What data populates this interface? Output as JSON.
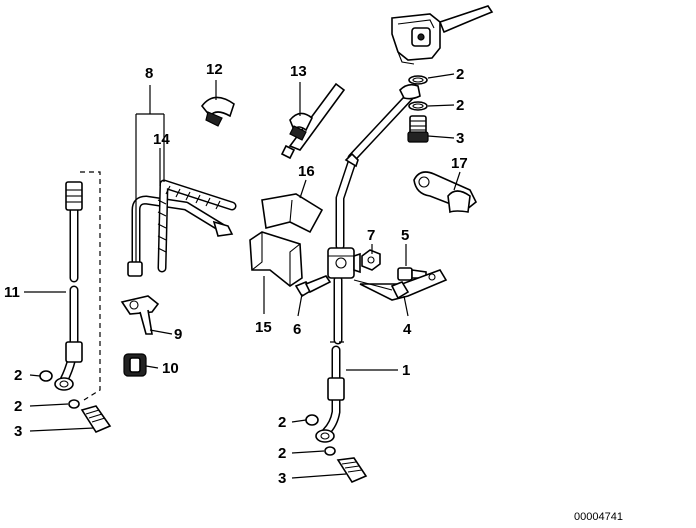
{
  "diagram": {
    "reference_number": "00004741",
    "callouts": [
      {
        "id": "c1",
        "text": "1"
      },
      {
        "id": "c2a",
        "text": "2"
      },
      {
        "id": "c2b",
        "text": "2"
      },
      {
        "id": "c3a",
        "text": "3"
      },
      {
        "id": "c2c",
        "text": "2"
      },
      {
        "id": "c2d",
        "text": "2"
      },
      {
        "id": "c3b",
        "text": "3"
      },
      {
        "id": "c2e",
        "text": "2"
      },
      {
        "id": "c2f",
        "text": "2"
      },
      {
        "id": "c3c",
        "text": "3"
      },
      {
        "id": "c4",
        "text": "4"
      },
      {
        "id": "c5",
        "text": "5"
      },
      {
        "id": "c6",
        "text": "6"
      },
      {
        "id": "c7",
        "text": "7"
      },
      {
        "id": "c8",
        "text": "8"
      },
      {
        "id": "c9",
        "text": "9"
      },
      {
        "id": "c10",
        "text": "10"
      },
      {
        "id": "c11",
        "text": "11"
      },
      {
        "id": "c12",
        "text": "12"
      },
      {
        "id": "c13",
        "text": "13"
      },
      {
        "id": "c14",
        "text": "14"
      },
      {
        "id": "c15",
        "text": "15"
      },
      {
        "id": "c16",
        "text": "16"
      },
      {
        "id": "c17",
        "text": "17"
      }
    ]
  }
}
